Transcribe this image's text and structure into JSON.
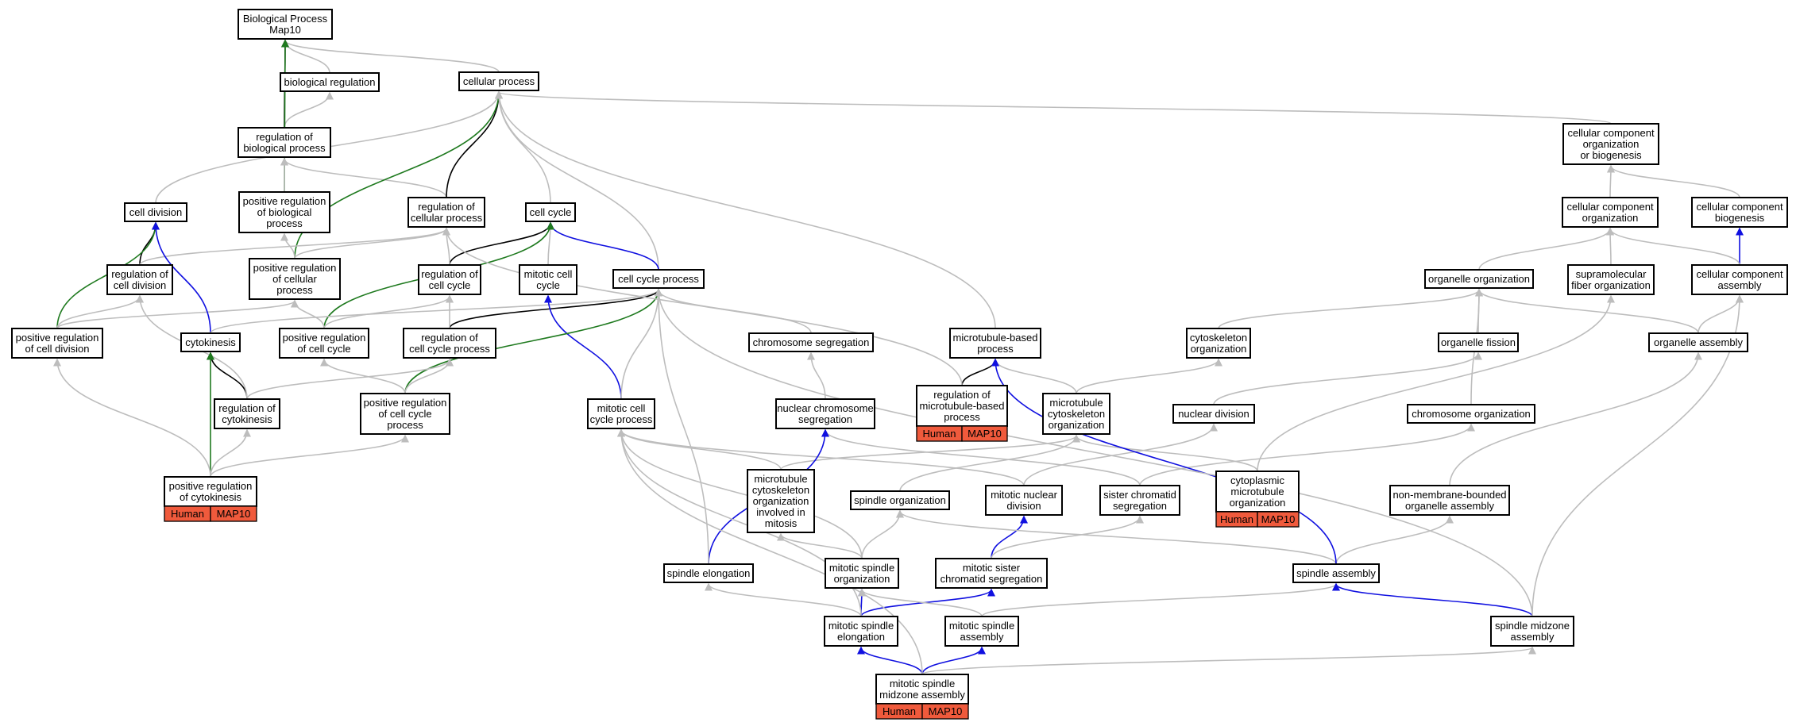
{
  "colors": {
    "gray": "#bdbdbd",
    "black": "#000000",
    "blue": "#1010e0",
    "green": "#1f7a1f",
    "tag_fill": "#f05a3c"
  },
  "nodes": [
    {
      "id": "bp",
      "lines": [
        "Biological Process",
        "Map10"
      ]
    },
    {
      "id": "breg",
      "lines": [
        "biological regulation"
      ]
    },
    {
      "id": "cp",
      "lines": [
        "cellular process"
      ]
    },
    {
      "id": "regbp",
      "lines": [
        "regulation of",
        "biological process"
      ]
    },
    {
      "id": "ccob",
      "lines": [
        "cellular component",
        "organization",
        "or biogenesis"
      ]
    },
    {
      "id": "celldiv",
      "lines": [
        "cell division"
      ]
    },
    {
      "id": "posregbp",
      "lines": [
        "positive regulation",
        "of biological",
        "process"
      ]
    },
    {
      "id": "regcp",
      "lines": [
        "regulation of",
        "cellular process"
      ]
    },
    {
      "id": "cellcycle",
      "lines": [
        "cell cycle"
      ]
    },
    {
      "id": "cco",
      "lines": [
        "cellular component",
        "organization"
      ]
    },
    {
      "id": "ccb",
      "lines": [
        "cellular component",
        "biogenesis"
      ]
    },
    {
      "id": "regcelldiv",
      "lines": [
        "regulation of",
        "cell division"
      ]
    },
    {
      "id": "posregcp",
      "lines": [
        "positive regulation",
        "of cellular",
        "process"
      ]
    },
    {
      "id": "regcc",
      "lines": [
        "regulation of",
        "cell cycle"
      ]
    },
    {
      "id": "mitcc",
      "lines": [
        "mitotic cell",
        "cycle"
      ]
    },
    {
      "id": "ccp",
      "lines": [
        "cell cycle process"
      ]
    },
    {
      "id": "orgorg",
      "lines": [
        "organelle organization"
      ]
    },
    {
      "id": "sfo",
      "lines": [
        "supramolecular",
        "fiber organization"
      ]
    },
    {
      "id": "cca",
      "lines": [
        "cellular component",
        "assembly"
      ]
    },
    {
      "id": "posregcelldiv",
      "lines": [
        "positive regulation",
        "of cell division"
      ]
    },
    {
      "id": "cytokinesis",
      "lines": [
        "cytokinesis"
      ]
    },
    {
      "id": "posregcc",
      "lines": [
        "positive regulation",
        "of cell cycle"
      ]
    },
    {
      "id": "regccp",
      "lines": [
        "regulation of",
        "cell cycle process"
      ]
    },
    {
      "id": "chromseg",
      "lines": [
        "chromosome segregation"
      ]
    },
    {
      "id": "mbp",
      "lines": [
        "microtubule-based",
        "process"
      ]
    },
    {
      "id": "cytoorg",
      "lines": [
        "cytoskeleton",
        "organization"
      ]
    },
    {
      "id": "orgfission",
      "lines": [
        "organelle fission"
      ]
    },
    {
      "id": "orgassembly",
      "lines": [
        "organelle assembly"
      ]
    },
    {
      "id": "regcytok",
      "lines": [
        "regulation of",
        "cytokinesis"
      ]
    },
    {
      "id": "posregccp",
      "lines": [
        "positive regulation",
        "of cell cycle",
        "process"
      ]
    },
    {
      "id": "mitccp",
      "lines": [
        "mitotic cell",
        "cycle process"
      ]
    },
    {
      "id": "nucchromseg",
      "lines": [
        "nuclear chromosome",
        "segregation"
      ]
    },
    {
      "id": "regmbp",
      "lines": [
        "regulation of",
        "microtubule-based",
        "process"
      ],
      "tags": [
        "Human",
        "MAP10"
      ]
    },
    {
      "id": "mco",
      "lines": [
        "microtubule",
        "cytoskeleton",
        "organization"
      ]
    },
    {
      "id": "nucdiv",
      "lines": [
        "nuclear division"
      ]
    },
    {
      "id": "chromorg",
      "lines": [
        "chromosome organization"
      ]
    },
    {
      "id": "posregcytok",
      "lines": [
        "positive regulation",
        "of cytokinesis"
      ],
      "tags": [
        "Human",
        "MAP10"
      ]
    },
    {
      "id": "mcoim",
      "lines": [
        "microtubule",
        "cytoskeleton",
        "organization",
        "involved in",
        "mitosis"
      ]
    },
    {
      "id": "spindleorg",
      "lines": [
        "spindle organization"
      ]
    },
    {
      "id": "mitnucdiv",
      "lines": [
        "mitotic nuclear",
        "division"
      ]
    },
    {
      "id": "sisterseg",
      "lines": [
        "sister chromatid",
        "segregation"
      ]
    },
    {
      "id": "cmo",
      "lines": [
        "cytoplasmic",
        "microtubule",
        "organization"
      ],
      "tags": [
        "Human",
        "MAP10"
      ]
    },
    {
      "id": "nmboa",
      "lines": [
        "non-membrane-bounded",
        "organelle assembly"
      ]
    },
    {
      "id": "spindleelong",
      "lines": [
        "spindle elongation"
      ]
    },
    {
      "id": "mitspinorg",
      "lines": [
        "mitotic spindle",
        "organization"
      ]
    },
    {
      "id": "mitsisterseg",
      "lines": [
        "mitotic sister",
        "chromatid segregation"
      ]
    },
    {
      "id": "spindleassembly",
      "lines": [
        "spindle assembly"
      ]
    },
    {
      "id": "mitspinelong",
      "lines": [
        "mitotic spindle",
        "elongation"
      ]
    },
    {
      "id": "mitspinassembly",
      "lines": [
        "mitotic spindle",
        "assembly"
      ]
    },
    {
      "id": "spinmidzone",
      "lines": [
        "spindle midzone",
        "assembly"
      ]
    },
    {
      "id": "mitspinmidzone",
      "lines": [
        "mitotic spindle",
        "midzone assembly"
      ],
      "tags": [
        "Human",
        "MAP10"
      ]
    }
  ],
  "edges": [
    {
      "from": "breg",
      "to": "bp",
      "color": "gray"
    },
    {
      "from": "cp",
      "to": "bp",
      "color": "gray"
    },
    {
      "from": "regbp",
      "to": "breg",
      "color": "gray"
    },
    {
      "from": "regbp",
      "to": "bp",
      "color": "black"
    },
    {
      "from": "posregbp",
      "to": "bp",
      "color": "green"
    },
    {
      "from": "posregbp",
      "to": "regbp",
      "color": "gray"
    },
    {
      "from": "regcp",
      "to": "regbp",
      "color": "gray"
    },
    {
      "from": "regcp",
      "to": "cp",
      "color": "black"
    },
    {
      "from": "posregcp",
      "to": "cp",
      "color": "green"
    },
    {
      "from": "posregcp",
      "to": "posregbp",
      "color": "gray"
    },
    {
      "from": "posregcp",
      "to": "regcp",
      "color": "gray"
    },
    {
      "from": "ccob",
      "to": "cp",
      "color": "gray"
    },
    {
      "from": "celldiv",
      "to": "cp",
      "color": "gray"
    },
    {
      "from": "cellcycle",
      "to": "cp",
      "color": "gray"
    },
    {
      "from": "ccp",
      "to": "cp",
      "color": "gray"
    },
    {
      "from": "mbp",
      "to": "cp",
      "color": "gray"
    },
    {
      "from": "cco",
      "to": "ccob",
      "color": "gray"
    },
    {
      "from": "ccb",
      "to": "ccob",
      "color": "gray"
    },
    {
      "from": "cca",
      "to": "ccb",
      "color": "blue"
    },
    {
      "from": "cca",
      "to": "cco",
      "color": "gray"
    },
    {
      "from": "orgorg",
      "to": "cco",
      "color": "gray"
    },
    {
      "from": "sfo",
      "to": "cco",
      "color": "gray"
    },
    {
      "from": "regcelldiv",
      "to": "celldiv",
      "color": "black"
    },
    {
      "from": "regcelldiv",
      "to": "regcp",
      "color": "gray"
    },
    {
      "from": "regcc",
      "to": "cellcycle",
      "color": "black"
    },
    {
      "from": "regcc",
      "to": "regcp",
      "color": "gray"
    },
    {
      "from": "mitcc",
      "to": "cellcycle",
      "color": "gray"
    },
    {
      "from": "ccp",
      "to": "cellcycle",
      "color": "blue"
    },
    {
      "from": "posregcc",
      "to": "cellcycle",
      "color": "green"
    },
    {
      "from": "posregcc",
      "to": "regcc",
      "color": "gray"
    },
    {
      "from": "posregcc",
      "to": "posregcp",
      "color": "gray"
    },
    {
      "from": "posregcelldiv",
      "to": "celldiv",
      "color": "green"
    },
    {
      "from": "posregcelldiv",
      "to": "regcelldiv",
      "color": "gray"
    },
    {
      "from": "posregcelldiv",
      "to": "posregcp",
      "color": "gray"
    },
    {
      "from": "cytokinesis",
      "to": "celldiv",
      "color": "blue"
    },
    {
      "from": "cytokinesis",
      "to": "ccp",
      "color": "gray"
    },
    {
      "from": "regccp",
      "to": "ccp",
      "color": "black"
    },
    {
      "from": "regccp",
      "to": "regcc",
      "color": "gray"
    },
    {
      "from": "chromseg",
      "to": "ccp",
      "color": "gray"
    },
    {
      "from": "mitccp",
      "to": "mitcc",
      "color": "blue"
    },
    {
      "from": "mitccp",
      "to": "ccp",
      "color": "gray"
    },
    {
      "from": "posregccp",
      "to": "ccp",
      "color": "green"
    },
    {
      "from": "posregccp",
      "to": "regccp",
      "color": "gray"
    },
    {
      "from": "posregccp",
      "to": "posregcc",
      "color": "gray"
    },
    {
      "from": "regcytok",
      "to": "cytokinesis",
      "color": "black"
    },
    {
      "from": "regcytok",
      "to": "regcelldiv",
      "color": "gray"
    },
    {
      "from": "regcytok",
      "to": "regccp",
      "color": "gray"
    },
    {
      "from": "posregcytok",
      "to": "cytokinesis",
      "color": "green"
    },
    {
      "from": "posregcytok",
      "to": "regcytok",
      "color": "gray"
    },
    {
      "from": "posregcytok",
      "to": "posregcelldiv",
      "color": "gray"
    },
    {
      "from": "posregcytok",
      "to": "posregccp",
      "color": "gray"
    },
    {
      "from": "cytoorg",
      "to": "orgorg",
      "color": "gray"
    },
    {
      "from": "orgfission",
      "to": "orgorg",
      "color": "gray"
    },
    {
      "from": "orgassembly",
      "to": "orgorg",
      "color": "gray"
    },
    {
      "from": "orgassembly",
      "to": "cca",
      "color": "gray"
    },
    {
      "from": "regmbp",
      "to": "mbp",
      "color": "black"
    },
    {
      "from": "regmbp",
      "to": "regcp",
      "color": "gray"
    },
    {
      "from": "nucchromseg",
      "to": "chromseg",
      "color": "gray"
    },
    {
      "from": "mco",
      "to": "mbp",
      "color": "gray"
    },
    {
      "from": "mco",
      "to": "cytoorg",
      "color": "gray"
    },
    {
      "from": "nucdiv",
      "to": "orgfission",
      "color": "gray"
    },
    {
      "from": "chromorg",
      "to": "orgorg",
      "color": "gray"
    },
    {
      "from": "mcoim",
      "to": "mco",
      "color": "gray"
    },
    {
      "from": "mcoim",
      "to": "mitccp",
      "color": "gray"
    },
    {
      "from": "spindleorg",
      "to": "mco",
      "color": "gray"
    },
    {
      "from": "mitnucdiv",
      "to": "nucdiv",
      "color": "gray"
    },
    {
      "from": "mitnucdiv",
      "to": "mitccp",
      "color": "gray"
    },
    {
      "from": "sisterseg",
      "to": "nucchromseg",
      "color": "gray"
    },
    {
      "from": "sisterseg",
      "to": "chromorg",
      "color": "gray"
    },
    {
      "from": "cmo",
      "to": "mco",
      "color": "gray"
    },
    {
      "from": "cmo",
      "to": "sfo",
      "color": "gray"
    },
    {
      "from": "nmboa",
      "to": "orgassembly",
      "color": "gray"
    },
    {
      "from": "spindleelong",
      "to": "nucchromseg",
      "color": "blue"
    },
    {
      "from": "spindleelong",
      "to": "ccp",
      "color": "gray"
    },
    {
      "from": "mitspinorg",
      "to": "spindleorg",
      "color": "gray"
    },
    {
      "from": "mitspinorg",
      "to": "mcoim",
      "color": "gray"
    },
    {
      "from": "mitspinorg",
      "to": "mitccp",
      "color": "gray"
    },
    {
      "from": "mitsisterseg",
      "to": "mitnucdiv",
      "color": "blue"
    },
    {
      "from": "mitsisterseg",
      "to": "sisterseg",
      "color": "gray"
    },
    {
      "from": "spindleassembly",
      "to": "spindleorg",
      "color": "gray"
    },
    {
      "from": "spindleassembly",
      "to": "nmboa",
      "color": "gray"
    },
    {
      "from": "spindleassembly",
      "to": "mbp",
      "color": "blue"
    },
    {
      "from": "mitspinelong",
      "to": "spindleelong",
      "color": "gray"
    },
    {
      "from": "mitspinelong",
      "to": "mitspinorg",
      "color": "blue"
    },
    {
      "from": "mitspinelong",
      "to": "mitsisterseg",
      "color": "blue"
    },
    {
      "from": "mitspinelong",
      "to": "mitccp",
      "color": "gray"
    },
    {
      "from": "mitspinassembly",
      "to": "mitspinorg",
      "color": "gray"
    },
    {
      "from": "mitspinassembly",
      "to": "spindleassembly",
      "color": "gray"
    },
    {
      "from": "spinmidzone",
      "to": "spindleassembly",
      "color": "blue"
    },
    {
      "from": "spinmidzone",
      "to": "ccp",
      "color": "gray"
    },
    {
      "from": "spinmidzone",
      "to": "cca",
      "color": "gray"
    },
    {
      "from": "mitspinmidzone",
      "to": "mitspinelong",
      "color": "blue"
    },
    {
      "from": "mitspinmidzone",
      "to": "mitspinassembly",
      "color": "blue"
    },
    {
      "from": "mitspinmidzone",
      "to": "spinmidzone",
      "color": "gray"
    },
    {
      "from": "mitspinmidzone",
      "to": "mitccp",
      "color": "gray"
    }
  ]
}
